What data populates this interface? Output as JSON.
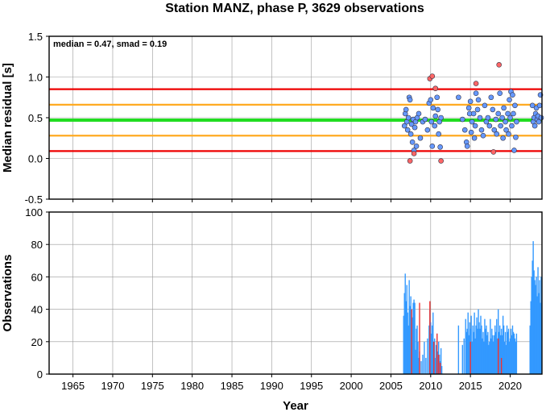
{
  "title": "Station MANZ, phase P, 3629 observations",
  "chart_data": [
    {
      "type": "scatter",
      "ylabel": "Median residual [s]",
      "annotation": "median = 0.47, smad = 0.19",
      "xlim": [
        1962,
        2024
      ],
      "ylim": [
        -0.5,
        1.5
      ],
      "yticks": [
        -0.5,
        0.0,
        0.5,
        1.0,
        1.5
      ],
      "ytick_labels": [
        "-0.5",
        "0.0",
        "0.5",
        "1.0",
        "1.5"
      ],
      "grid": true,
      "reference_lines": [
        {
          "y": 0.47,
          "color": "#22dd22",
          "role": "median"
        },
        {
          "y": 0.66,
          "color": "#ffaa22",
          "role": "+1 smad"
        },
        {
          "y": 0.28,
          "color": "#ffaa22",
          "role": "-1 smad"
        },
        {
          "y": 0.85,
          "color": "#ee0000",
          "role": "+2 smad"
        },
        {
          "y": 0.09,
          "color": "#ee0000",
          "role": "-2 smad"
        }
      ],
      "series": [
        {
          "color": "#6699ff",
          "points": [
            [
              2006.7,
              0.4
            ],
            [
              2006.8,
              0.55
            ],
            [
              2006.9,
              0.6
            ],
            [
              2007.0,
              0.45
            ],
            [
              2007.1,
              0.35
            ],
            [
              2007.2,
              0.5
            ],
            [
              2007.3,
              0.75
            ],
            [
              2007.4,
              0.72
            ],
            [
              2007.5,
              0.3
            ],
            [
              2007.6,
              0.42
            ],
            [
              2007.7,
              0.2
            ],
            [
              2007.8,
              0.48
            ],
            [
              2007.9,
              0.1
            ],
            [
              2008.0,
              0.38
            ],
            [
              2008.1,
              0.45
            ],
            [
              2008.2,
              0.15
            ],
            [
              2008.3,
              0.5
            ],
            [
              2008.5,
              0.55
            ],
            [
              2008.7,
              0.25
            ],
            [
              2009.0,
              0.45
            ],
            [
              2009.3,
              0.48
            ],
            [
              2009.6,
              0.35
            ],
            [
              2009.8,
              0.68
            ],
            [
              2010.0,
              0.72
            ],
            [
              2010.1,
              0.45
            ],
            [
              2010.2,
              0.15
            ],
            [
              2010.3,
              0.62
            ],
            [
              2010.5,
              0.4
            ],
            [
              2010.6,
              0.52
            ],
            [
              2010.8,
              0.75
            ],
            [
              2010.9,
              0.6
            ],
            [
              2011.0,
              0.3
            ],
            [
              2011.1,
              0.45
            ],
            [
              2011.2,
              0.14
            ],
            [
              2011.3,
              0.5
            ],
            [
              2013.5,
              0.75
            ],
            [
              2014.0,
              0.48
            ],
            [
              2014.3,
              0.35
            ],
            [
              2014.5,
              0.2
            ],
            [
              2014.6,
              0.15
            ],
            [
              2014.8,
              0.62
            ],
            [
              2014.9,
              0.55
            ],
            [
              2015.0,
              0.7
            ],
            [
              2015.1,
              0.32
            ],
            [
              2015.2,
              0.45
            ],
            [
              2015.4,
              0.55
            ],
            [
              2015.5,
              0.25
            ],
            [
              2015.6,
              0.4
            ],
            [
              2015.7,
              0.8
            ],
            [
              2015.9,
              0.6
            ],
            [
              2016.0,
              0.72
            ],
            [
              2016.2,
              0.5
            ],
            [
              2016.4,
              0.35
            ],
            [
              2016.6,
              0.28
            ],
            [
              2016.8,
              0.65
            ],
            [
              2017.0,
              0.45
            ],
            [
              2017.2,
              0.5
            ],
            [
              2017.4,
              0.4
            ],
            [
              2017.6,
              0.75
            ],
            [
              2017.8,
              0.6
            ],
            [
              2018.0,
              0.35
            ],
            [
              2018.2,
              0.48
            ],
            [
              2018.3,
              0.3
            ],
            [
              2018.5,
              0.55
            ],
            [
              2018.7,
              0.8
            ],
            [
              2018.8,
              0.4
            ],
            [
              2019.0,
              0.5
            ],
            [
              2019.1,
              0.25
            ],
            [
              2019.2,
              0.62
            ],
            [
              2019.4,
              0.45
            ],
            [
              2019.5,
              0.35
            ],
            [
              2019.7,
              0.55
            ],
            [
              2019.8,
              0.3
            ],
            [
              2019.9,
              0.72
            ],
            [
              2020.0,
              0.5
            ],
            [
              2020.1,
              0.82
            ],
            [
              2020.2,
              0.4
            ],
            [
              2020.3,
              0.78
            ],
            [
              2020.4,
              0.55
            ],
            [
              2020.5,
              0.1
            ],
            [
              2020.6,
              0.65
            ],
            [
              2020.7,
              0.26
            ],
            [
              2020.8,
              0.45
            ],
            [
              2022.8,
              0.65
            ],
            [
              2022.9,
              0.45
            ],
            [
              2023.0,
              0.5
            ],
            [
              2023.1,
              0.4
            ],
            [
              2023.2,
              0.55
            ],
            [
              2023.3,
              0.62
            ],
            [
              2023.4,
              0.48
            ],
            [
              2023.5,
              0.52
            ],
            [
              2023.6,
              0.45
            ],
            [
              2023.7,
              0.65
            ],
            [
              2023.8,
              0.78
            ],
            [
              2023.9,
              0.5
            ]
          ]
        },
        {
          "color": "#ff6666",
          "points": [
            [
              2007.4,
              -0.03
            ],
            [
              2007.9,
              0.06
            ],
            [
              2009.9,
              0.98
            ],
            [
              2010.2,
              1.01
            ],
            [
              2010.6,
              0.86
            ],
            [
              2011.3,
              -0.03
            ],
            [
              2015.7,
              0.92
            ],
            [
              2017.9,
              0.08
            ],
            [
              2018.6,
              1.15
            ]
          ]
        }
      ]
    },
    {
      "type": "bar",
      "xlabel": "Year",
      "ylabel": "Observations",
      "xlim": [
        1962,
        2024
      ],
      "ylim": [
        0,
        100
      ],
      "xticks": [
        1965,
        1970,
        1975,
        1980,
        1985,
        1990,
        1995,
        2000,
        2005,
        2010,
        2015,
        2020
      ],
      "xtick_labels": [
        "1965",
        "1970",
        "1975",
        "1980",
        "1985",
        "1990",
        "1995",
        "2000",
        "2005",
        "2010",
        "2015",
        "2020"
      ],
      "yticks": [
        0,
        20,
        40,
        60,
        80,
        100
      ],
      "ytick_labels": [
        "0",
        "20",
        "40",
        "60",
        "80",
        "100"
      ],
      "grid": true,
      "series": [
        {
          "color": "#3399ff",
          "bars": [
            [
              2006.6,
              36
            ],
            [
              2006.7,
              50
            ],
            [
              2006.8,
              62
            ],
            [
              2006.9,
              45
            ],
            [
              2007.0,
              55
            ],
            [
              2007.1,
              38
            ],
            [
              2007.2,
              30
            ],
            [
              2007.3,
              58
            ],
            [
              2007.4,
              42
            ],
            [
              2007.5,
              48
            ],
            [
              2007.6,
              20
            ],
            [
              2007.7,
              35
            ],
            [
              2007.8,
              44
            ],
            [
              2007.9,
              46
            ],
            [
              2008.0,
              44
            ],
            [
              2008.1,
              15
            ],
            [
              2008.2,
              28
            ],
            [
              2008.3,
              30
            ],
            [
              2008.4,
              20
            ],
            [
              2008.5,
              10
            ],
            [
              2008.6,
              14
            ],
            [
              2008.8,
              8
            ],
            [
              2009.0,
              12
            ],
            [
              2009.2,
              20
            ],
            [
              2009.4,
              10
            ],
            [
              2009.6,
              22
            ],
            [
              2009.8,
              30
            ],
            [
              2009.9,
              40
            ],
            [
              2010.0,
              32
            ],
            [
              2010.1,
              25
            ],
            [
              2010.2,
              30
            ],
            [
              2010.3,
              38
            ],
            [
              2010.4,
              20
            ],
            [
              2010.5,
              22
            ],
            [
              2010.6,
              10
            ],
            [
              2010.7,
              18
            ],
            [
              2010.8,
              25
            ],
            [
              2010.9,
              14
            ],
            [
              2011.0,
              20
            ],
            [
              2011.1,
              12
            ],
            [
              2011.2,
              8
            ],
            [
              2011.3,
              16
            ],
            [
              2011.4,
              5
            ],
            [
              2013.5,
              30
            ],
            [
              2014.0,
              18
            ],
            [
              2014.2,
              22
            ],
            [
              2014.4,
              34
            ],
            [
              2014.5,
              26
            ],
            [
              2014.6,
              28
            ],
            [
              2014.7,
              38
            ],
            [
              2014.8,
              24
            ],
            [
              2014.9,
              32
            ],
            [
              2015.0,
              28
            ],
            [
              2015.1,
              36
            ],
            [
              2015.2,
              20
            ],
            [
              2015.3,
              30
            ],
            [
              2015.4,
              26
            ],
            [
              2015.5,
              38
            ],
            [
              2015.6,
              22
            ],
            [
              2015.7,
              30
            ],
            [
              2015.8,
              35
            ],
            [
              2015.9,
              28
            ],
            [
              2016.0,
              40
            ],
            [
              2016.1,
              32
            ],
            [
              2016.2,
              28
            ],
            [
              2016.3,
              36
            ],
            [
              2016.4,
              30
            ],
            [
              2016.5,
              22
            ],
            [
              2016.6,
              26
            ],
            [
              2016.7,
              20
            ],
            [
              2016.8,
              34
            ],
            [
              2016.9,
              28
            ],
            [
              2017.0,
              30
            ],
            [
              2017.1,
              24
            ],
            [
              2017.2,
              26
            ],
            [
              2017.3,
              18
            ],
            [
              2017.4,
              20
            ],
            [
              2017.5,
              34
            ],
            [
              2017.6,
              22
            ],
            [
              2017.7,
              28
            ],
            [
              2017.8,
              24
            ],
            [
              2017.9,
              20
            ],
            [
              2018.0,
              24
            ],
            [
              2018.1,
              30
            ],
            [
              2018.2,
              26
            ],
            [
              2018.3,
              34
            ],
            [
              2018.4,
              22
            ],
            [
              2018.5,
              40
            ],
            [
              2018.6,
              26
            ],
            [
              2018.7,
              30
            ],
            [
              2018.8,
              24
            ],
            [
              2018.9,
              28
            ],
            [
              2019.0,
              24
            ],
            [
              2019.1,
              36
            ],
            [
              2019.2,
              30
            ],
            [
              2019.3,
              20
            ],
            [
              2019.4,
              26
            ],
            [
              2019.5,
              18
            ],
            [
              2019.6,
              30
            ],
            [
              2019.7,
              26
            ],
            [
              2019.8,
              28
            ],
            [
              2019.9,
              20
            ],
            [
              2020.0,
              22
            ],
            [
              2020.1,
              28
            ],
            [
              2020.2,
              24
            ],
            [
              2020.3,
              30
            ],
            [
              2020.4,
              26
            ],
            [
              2020.5,
              25
            ],
            [
              2020.6,
              22
            ],
            [
              2020.7,
              20
            ],
            [
              2020.8,
              25
            ],
            [
              2022.5,
              30
            ],
            [
              2022.6,
              45
            ],
            [
              2022.7,
              60
            ],
            [
              2022.8,
              70
            ],
            [
              2022.9,
              82
            ],
            [
              2023.0,
              64
            ],
            [
              2023.1,
              58
            ],
            [
              2023.2,
              55
            ],
            [
              2023.3,
              60
            ],
            [
              2023.4,
              48
            ],
            [
              2023.5,
              66
            ],
            [
              2023.6,
              50
            ],
            [
              2023.7,
              58
            ],
            [
              2023.8,
              44
            ],
            [
              2023.9,
              60
            ]
          ]
        },
        {
          "color": "#ee3333",
          "bars": [
            [
              2007.6,
              40
            ],
            [
              2008.6,
              44
            ],
            [
              2009.9,
              45
            ],
            [
              2010.4,
              20
            ],
            [
              2010.8,
              25
            ],
            [
              2011.0,
              12
            ],
            [
              2011.2,
              7
            ],
            [
              2015.0,
              20
            ],
            [
              2018.5,
              22
            ],
            [
              2018.9,
              10
            ]
          ]
        }
      ]
    }
  ]
}
